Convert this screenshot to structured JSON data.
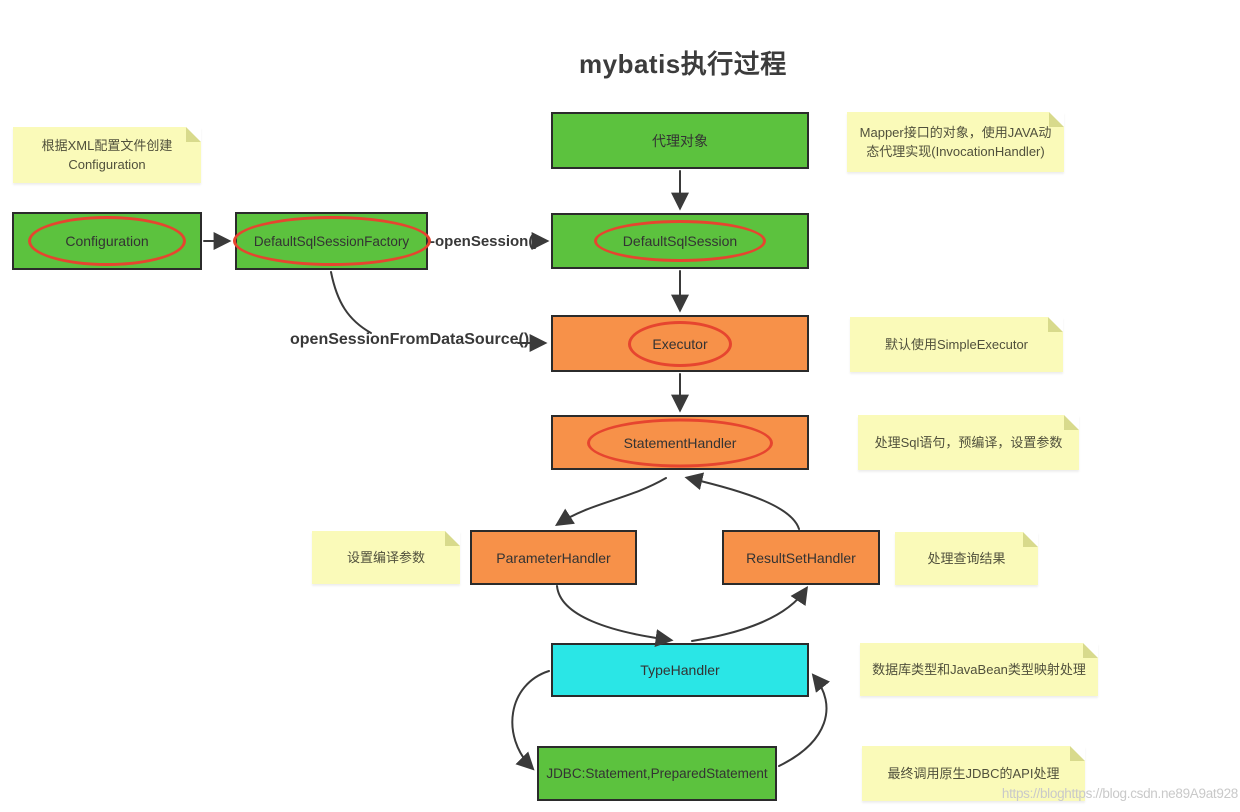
{
  "title": "mybatis执行过程",
  "nodes": {
    "proxy_object": "代理对象",
    "configuration": "Configuration",
    "default_sql_session_factory": "DefaultSqlSessionFactory",
    "default_sql_session": "DefaultSqlSession",
    "executor": "Executor",
    "statement_handler": "StatementHandler",
    "parameter_handler": "ParameterHandler",
    "result_set_handler": "ResultSetHandler",
    "type_handler": "TypeHandler",
    "jdbc": "JDBC:Statement,PreparedStatement"
  },
  "edge_labels": {
    "open_session": "-openSession()",
    "open_session_from_data_source": "openSessionFromDataSource()"
  },
  "notes": {
    "xml_config": "根据XML配置文件创建 Configuration",
    "mapper_proxy": "Mapper接口的对象，使用JAVA动态代理实现(InvocationHandler)",
    "simple_executor": "默认使用SimpleExecutor",
    "statement_note": "处理Sql语句，预编译，设置参数",
    "parameter_note": "设置编译参数",
    "result_note": "处理查询结果",
    "type_note": "数据库类型和JavaBean类型映射处理",
    "jdbc_note": "最终调用原生JDBC的API处理"
  },
  "watermark": "https://bloghttps://blog.csdn.ne89A9at928",
  "colors": {
    "node_green": "#5CC23E",
    "node_orange": "#F79149",
    "node_cyan": "#2AE6E6",
    "node_border": "#2B2B2B",
    "highlight_ellipse_red": "#E6452F",
    "note_background": "#FAFAB9",
    "note_fold": "#D8DA8C",
    "arrow": "#3A3A3A",
    "title_text": "#3C3C3C",
    "watermark_text": "#C9C9C9"
  }
}
